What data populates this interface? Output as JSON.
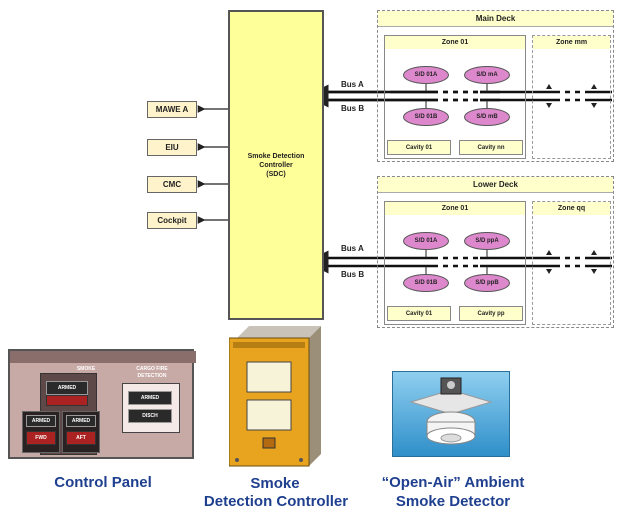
{
  "outputs": {
    "mawea": "MAWE A",
    "eiu": "EIU",
    "cmc": "CMC",
    "cockpit": "Cockpit"
  },
  "sdc": {
    "label_line1": "Smoke Detection",
    "label_line2": "Controller",
    "label_line3": "(SDC)"
  },
  "main_deck": {
    "title": "Main Deck",
    "zone_left": "Zone 01",
    "zone_right": "Zone mm",
    "detectors": [
      "S/D 01A",
      "S/D mA",
      "S/D 01B",
      "S/D mB"
    ],
    "cavities": [
      "Cavity 01",
      "Cavity nn"
    ]
  },
  "lower_deck": {
    "title": "Lower Deck",
    "zone_left": "Zone 01",
    "zone_right": "Zone qq",
    "detectors": [
      "S/D 01A",
      "S/D ppA",
      "S/D 01B",
      "S/D ppB"
    ],
    "cavities": [
      "Cavity 01",
      "Cavity pp"
    ]
  },
  "bus": {
    "a": "Bus A",
    "b": "Bus B"
  },
  "control_panel": {
    "title": "SMOKE",
    "right_title_line1": "CARGO FIRE",
    "right_title_line2": "DETECTION",
    "btn_fwd": "FWD",
    "btn_aft": "AFT",
    "btn_armed": "ARMED",
    "btn_disch": "DISCH"
  },
  "captions": {
    "control_panel": "Control Panel",
    "sdc_line1": "Smoke",
    "sdc_line2": "Detection Controller",
    "detector_line1": "“Open-Air” Ambient",
    "detector_line2": "Smoke Detector"
  }
}
